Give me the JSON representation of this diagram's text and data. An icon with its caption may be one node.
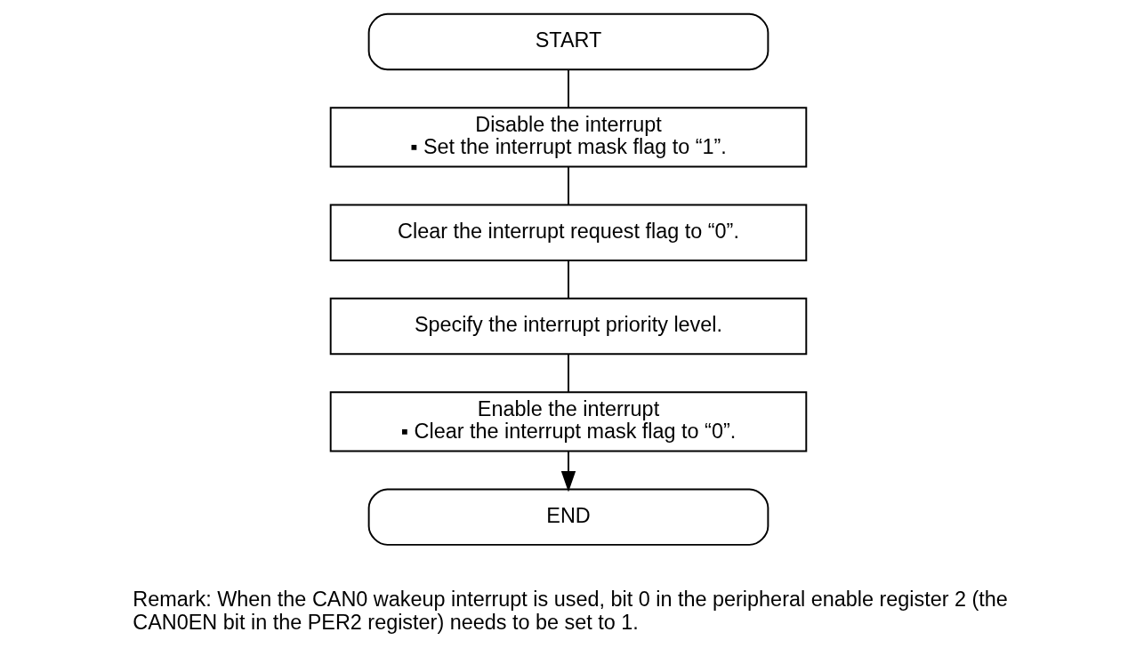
{
  "diagram": {
    "nodes": [
      {
        "text": [
          "START"
        ]
      },
      {
        "text": [
          "Disable the interrupt",
          "▪ Set the interrupt mask flag to “1”."
        ]
      },
      {
        "text": [
          "Clear the interrupt request flag to “0”."
        ]
      },
      {
        "text": [
          "Specify the interrupt priority level."
        ]
      },
      {
        "text": [
          "Enable the interrupt",
          "▪ Clear the interrupt mask flag to “0”."
        ]
      },
      {
        "text": [
          "END"
        ]
      }
    ],
    "edges": [
      {
        "from": 0,
        "to": 1,
        "arrow": "none"
      },
      {
        "from": 1,
        "to": 2,
        "arrow": "none"
      },
      {
        "from": 2,
        "to": 3,
        "arrow": "none"
      },
      {
        "from": 3,
        "to": 4,
        "arrow": "none"
      },
      {
        "from": 4,
        "to": 5,
        "arrow": "to"
      }
    ],
    "labels": [
      "Remark: When the CAN0 wakeup interrupt is used, bit 0 in the peripheral enable register 2 (the CAN0EN bit in the PER2 register) needs to be set to 1."
    ]
  }
}
